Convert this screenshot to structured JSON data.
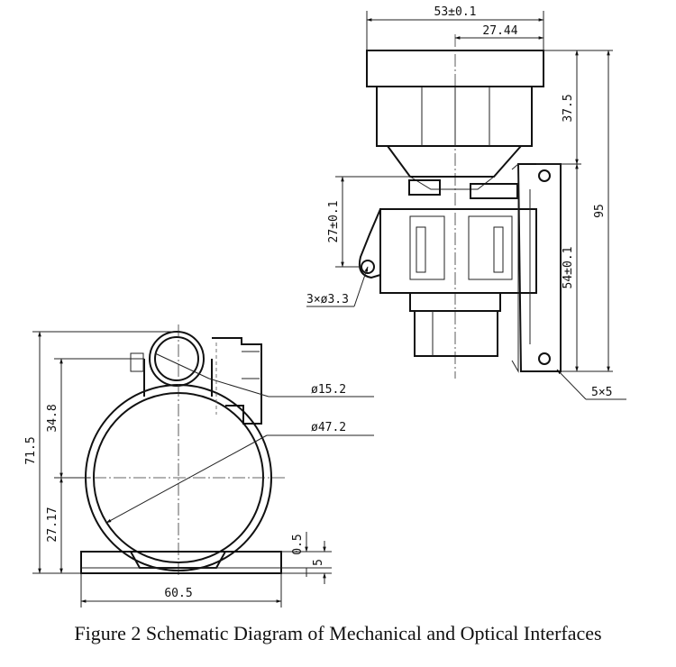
{
  "figure": {
    "caption": "Figure 2 Schematic Diagram of Mechanical and Optical Interfaces",
    "side_view": {
      "dim_width": "53±0.1",
      "dim_offset": "27.44",
      "dim_upper_height": "37.5",
      "dim_total_height": "95",
      "dim_flange_height": "27±0.1",
      "dim_bracket_height": "54±0.1",
      "dim_mount_holes": "3×ø3.3",
      "dim_slot": "5×5"
    },
    "front_view": {
      "dim_small_dia": "ø15.2",
      "dim_large_dia": "ø47.2",
      "dim_total_height": "71.5",
      "dim_upper_height": "34.8",
      "dim_lower_height": "27.17",
      "dim_base_gap": "0.5",
      "dim_base_thickness": "5",
      "dim_base_width": "60.5"
    }
  }
}
